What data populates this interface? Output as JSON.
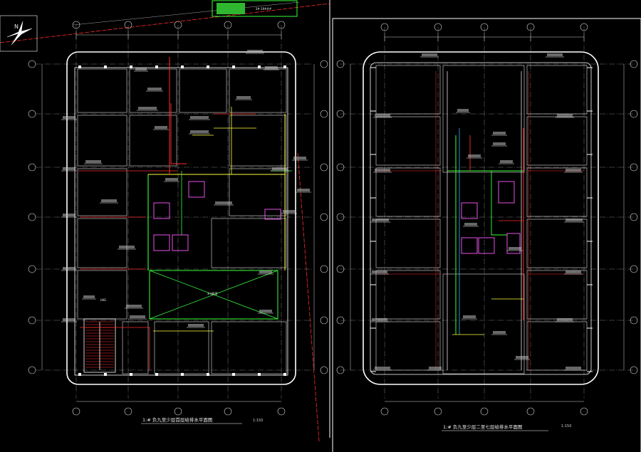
{
  "drawing": {
    "left_plan": {
      "title": "1:# 负九至少层首层给排水平面图",
      "scale": "1:150"
    },
    "right_plan": {
      "title": "1:# 负九至少层二至七层给排水平面图",
      "scale": "1:150"
    },
    "north_symbol_letter": "N",
    "left_plan_atrium_label": "3m屋顶",
    "left_plan_room_label": "LNG",
    "colors": {
      "background": "#000000",
      "outline": "#ffffff",
      "grid": "#d9d9d9",
      "water_supply": "#ff2d2d",
      "drain": "#ffff3a",
      "vent": "#3aff3a",
      "stair": "#ff59ff",
      "annotation": "#ffffff"
    }
  }
}
